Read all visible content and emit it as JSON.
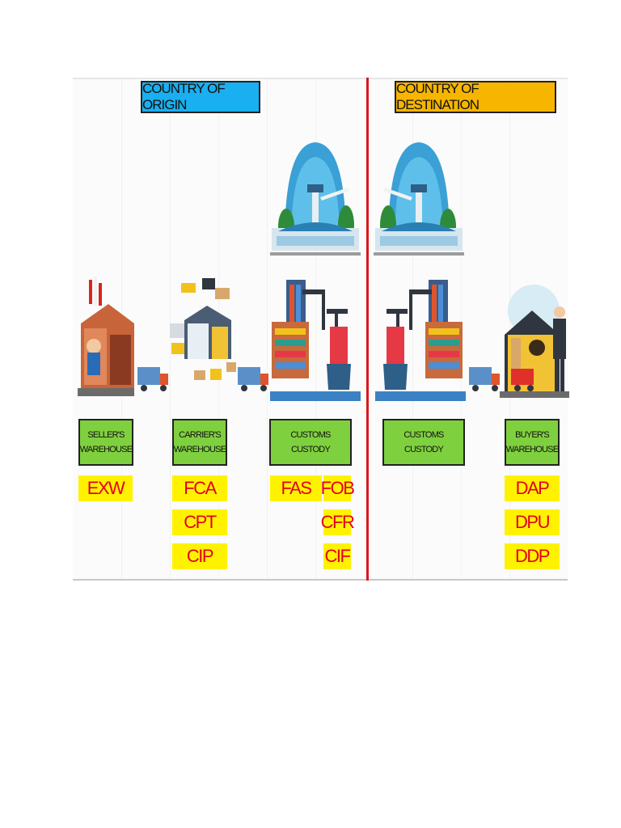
{
  "headers": {
    "origin": "COUNTRY OF ORIGIN",
    "destination": "COUNTRY OF DESTINATION"
  },
  "locations": [
    {
      "line1": "SELLER'S",
      "line2": "WAREHOUSE"
    },
    {
      "line1": "CARRIER'S",
      "line2": "WAREHOUSE"
    },
    {
      "line1": "CUSTOMS",
      "line2": "CUSTODY"
    },
    {
      "line1": "CUSTOMS",
      "line2": "CUSTODY"
    },
    {
      "line1": "BUYER'S",
      "line2": "WAREHOUSE"
    }
  ],
  "terms": {
    "seller": [
      "EXW"
    ],
    "carrier": [
      "FCA",
      "CPT",
      "CIP"
    ],
    "customs_fas": [
      "FAS"
    ],
    "customs_port": [
      "FOB",
      "CFR",
      "CIF"
    ],
    "buyer": [
      "DAP",
      "DPU",
      "DDP"
    ]
  },
  "icons": {
    "factory": "factory-icon",
    "warehouse": "warehouse-icon",
    "truck": "truck-icon",
    "airport": "airport-icon",
    "port": "port-icon",
    "ship": "ship-icon",
    "buyer": "buyer-warehouse-icon"
  },
  "colors": {
    "origin_header": "#19aff0",
    "destination_header": "#f7b500",
    "label_green": "#7fd03f",
    "term_yellow": "#fff200",
    "term_red": "#e3001b",
    "border_red": "#d9161c"
  }
}
